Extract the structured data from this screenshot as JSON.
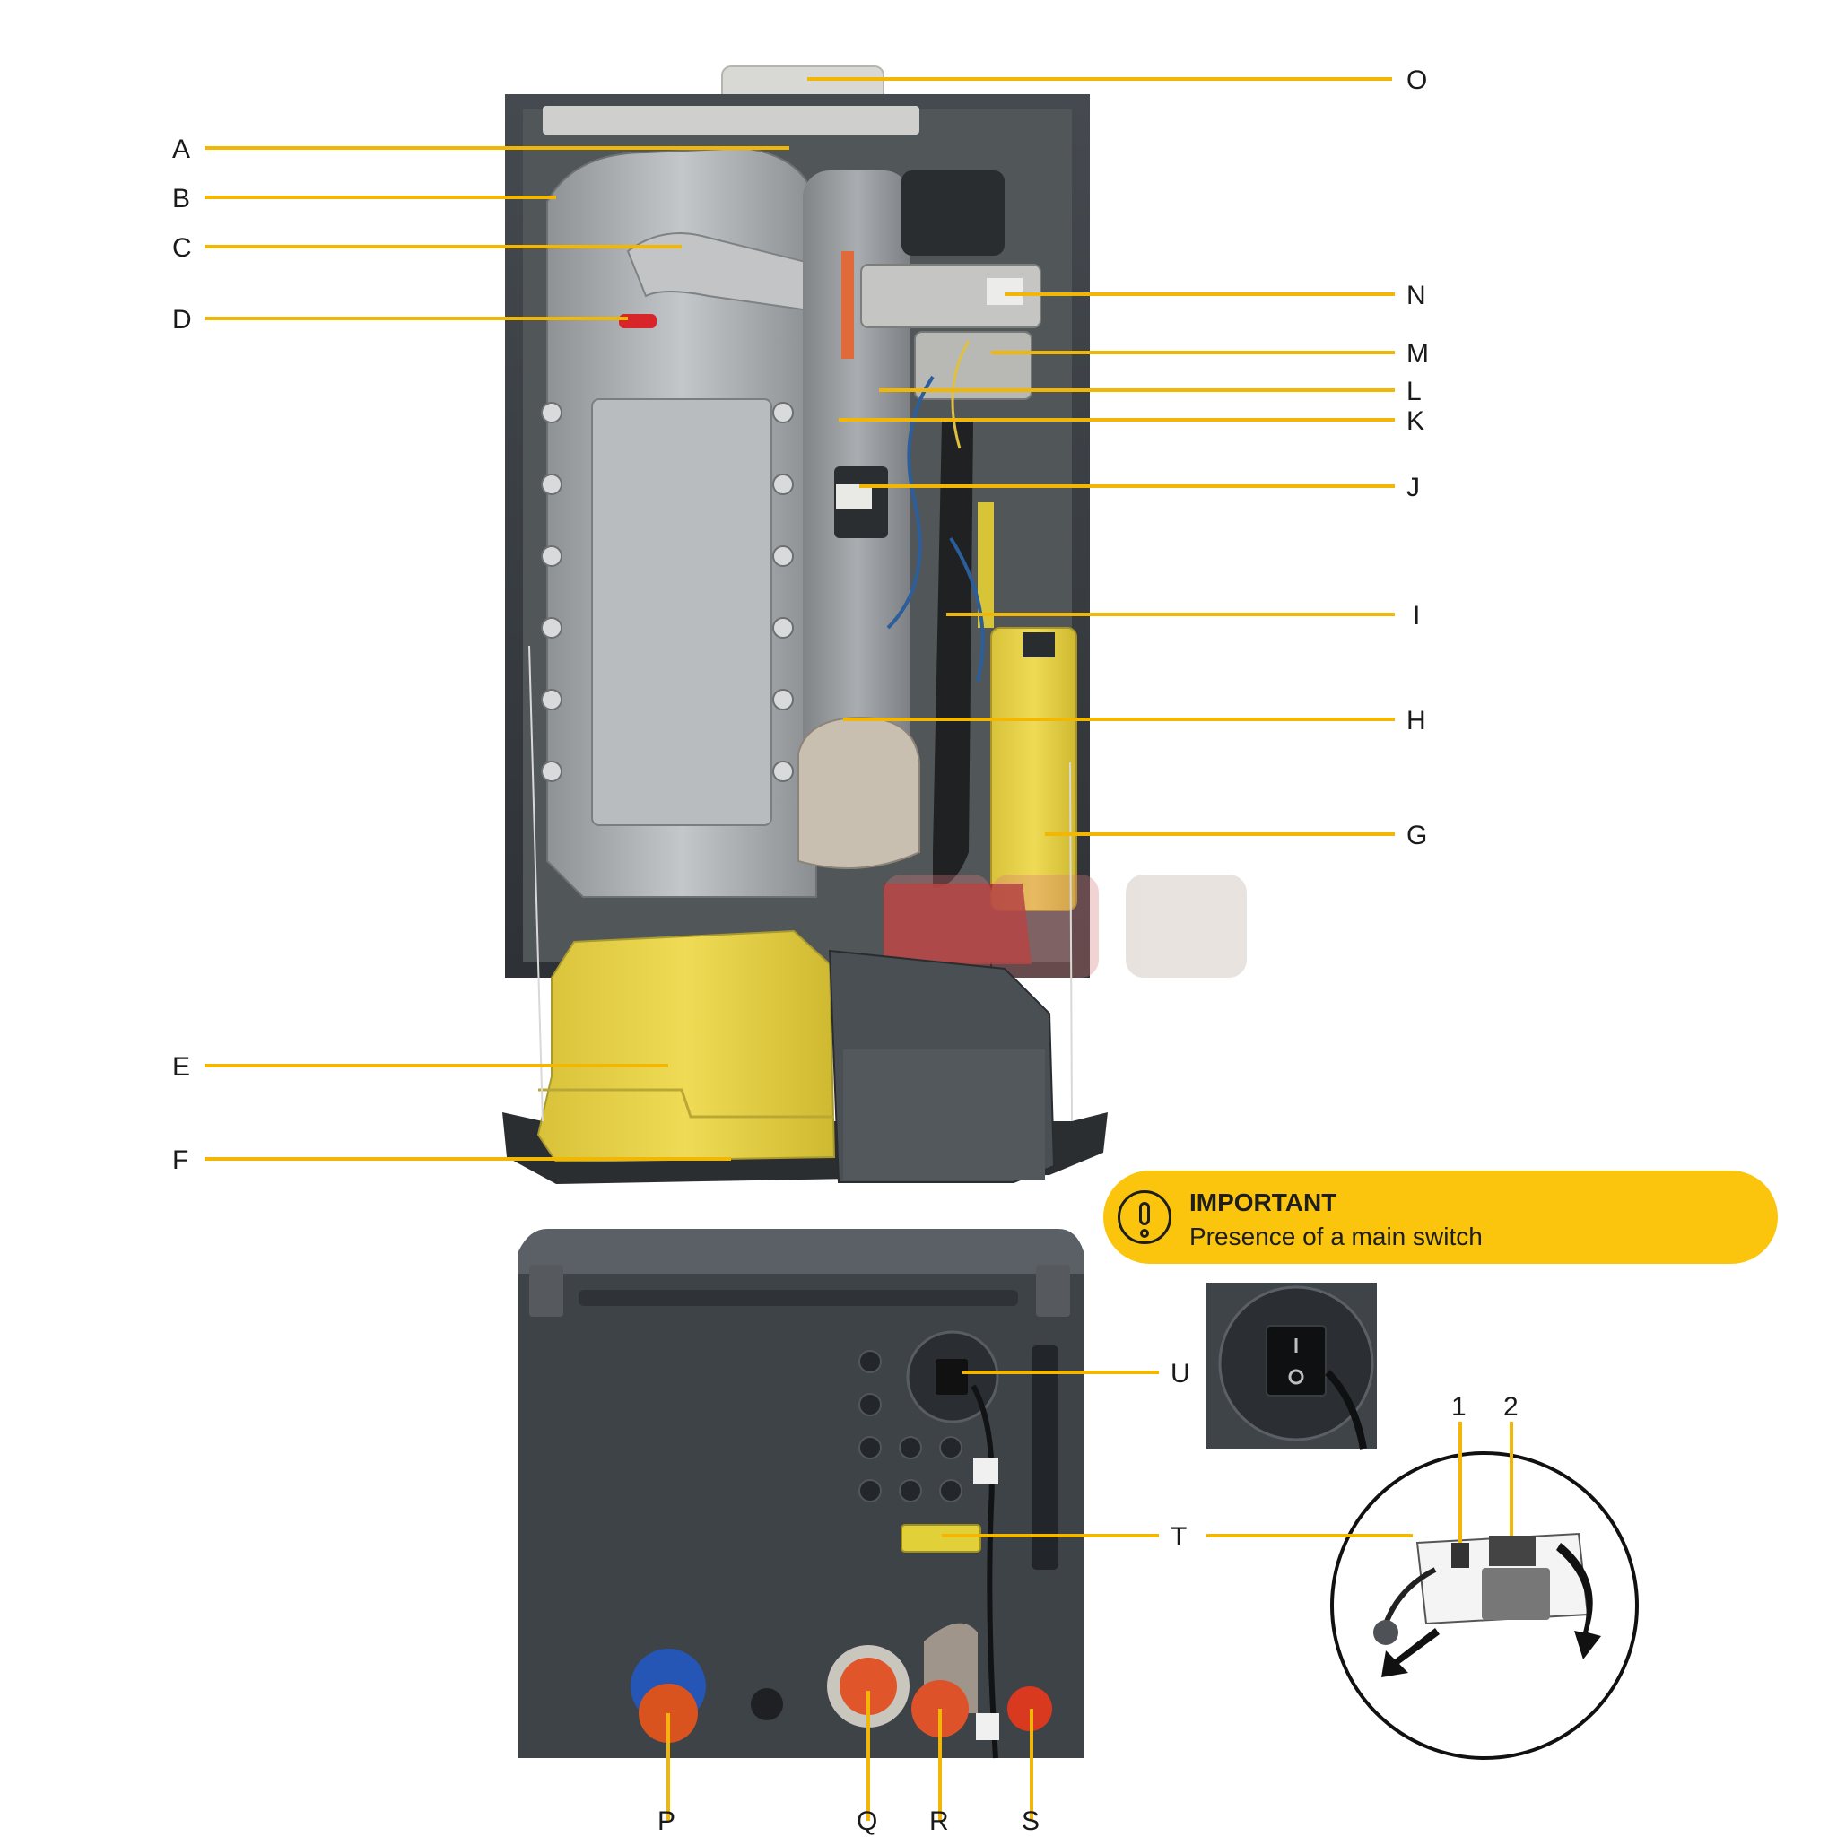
{
  "labels": {
    "A": "A",
    "B": "B",
    "C": "C",
    "D": "D",
    "E": "E",
    "F": "F",
    "G": "G",
    "H": "H",
    "I": "I",
    "J": "J",
    "K": "K",
    "L": "L",
    "M": "M",
    "N": "N",
    "O": "O",
    "P": "P",
    "Q": "Q",
    "R": "R",
    "S": "S",
    "T": "T",
    "U": "U",
    "one": "1",
    "two": "2"
  },
  "callout": {
    "title": "IMPORTANT",
    "text": "Presence of a main switch",
    "icon": "exclamation-circle-icon"
  },
  "colors": {
    "leader": "#f2b705",
    "callout": "#fbc50e",
    "casing": "#3a4046",
    "exchanger": "#a9acae",
    "cover": "#ecd54a"
  }
}
